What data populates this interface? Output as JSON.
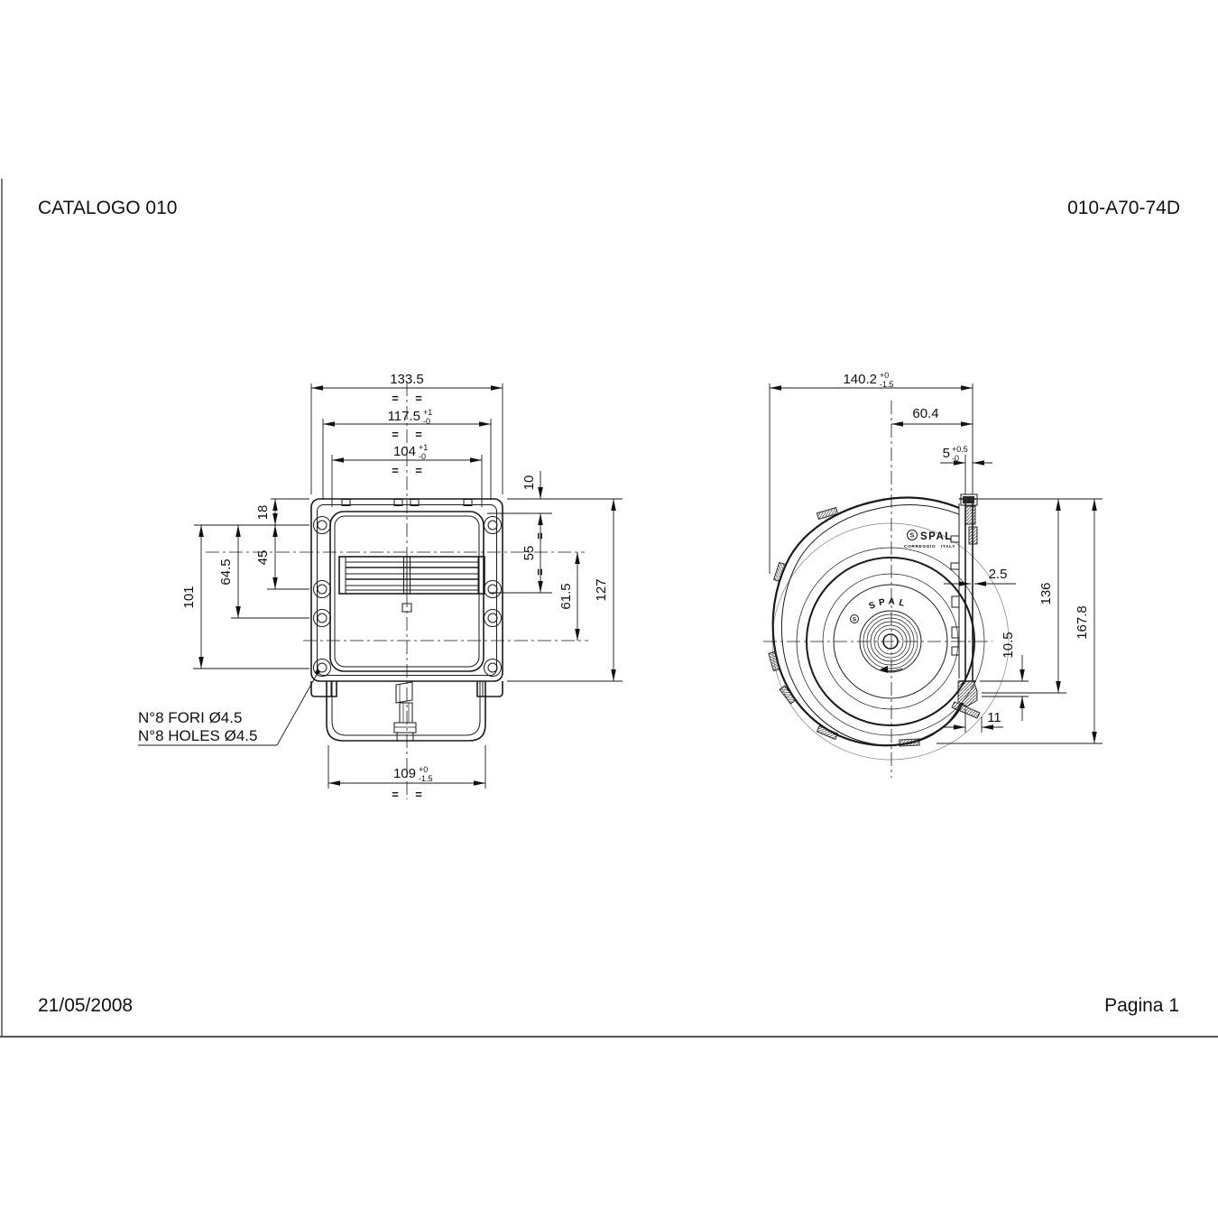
{
  "page": {
    "header": {
      "left_title": "CATALOGO 010",
      "right_code": "010-A70-74D"
    },
    "footer": {
      "date": "21/05/2008",
      "page_label": "Pagina 1"
    }
  },
  "front_view": {
    "dimensions": {
      "overall_width": "133.5",
      "flange_width": "117.5",
      "flange_width_tol_plus": "+1",
      "flange_width_tol_minus": "-0",
      "opening_width": "104",
      "opening_width_tol_plus": "+1",
      "opening_width_tol_minus": "-0",
      "top_offset": "10",
      "hole_row_offset": "18",
      "hole_pitch_small": "45",
      "hole_pitch_mid": "64.5",
      "hole_pitch_full": "101",
      "opening_height": "55",
      "outlet_center_offset": "61.5",
      "overall_height": "127",
      "outlet_width": "109",
      "outlet_width_tol_plus": "+0",
      "outlet_width_tol_minus": "-1.5"
    },
    "notes": {
      "holes_note_it": "N°8 FORI Ø4.5",
      "holes_note_en": "N°8 HOLES Ø4.5"
    },
    "symbols": {
      "symmetry": "="
    }
  },
  "side_view": {
    "dimensions": {
      "overall_depth": "140.2",
      "overall_depth_tol_plus": "+0",
      "overall_depth_tol_minus": "-1.5",
      "center_to_flange": "60.4",
      "flange_thickness": "5",
      "flange_thickness_tol_plus": "+0.5",
      "flange_thickness_tol_minus": "-0",
      "tab_offset": "2.5",
      "flange_height": "136",
      "overall_height": "167.8",
      "clip_height": "10.5",
      "outlet_offset": "11"
    },
    "branding": {
      "brand": "SPAL",
      "brand_initial": "S",
      "city": "CORREGGIO",
      "country": "ITALY",
      "hub_brand": "SPAL"
    }
  },
  "colors": {
    "ink": "#1a1a1a",
    "frame_border": "#666666",
    "background": "#ffffff"
  }
}
